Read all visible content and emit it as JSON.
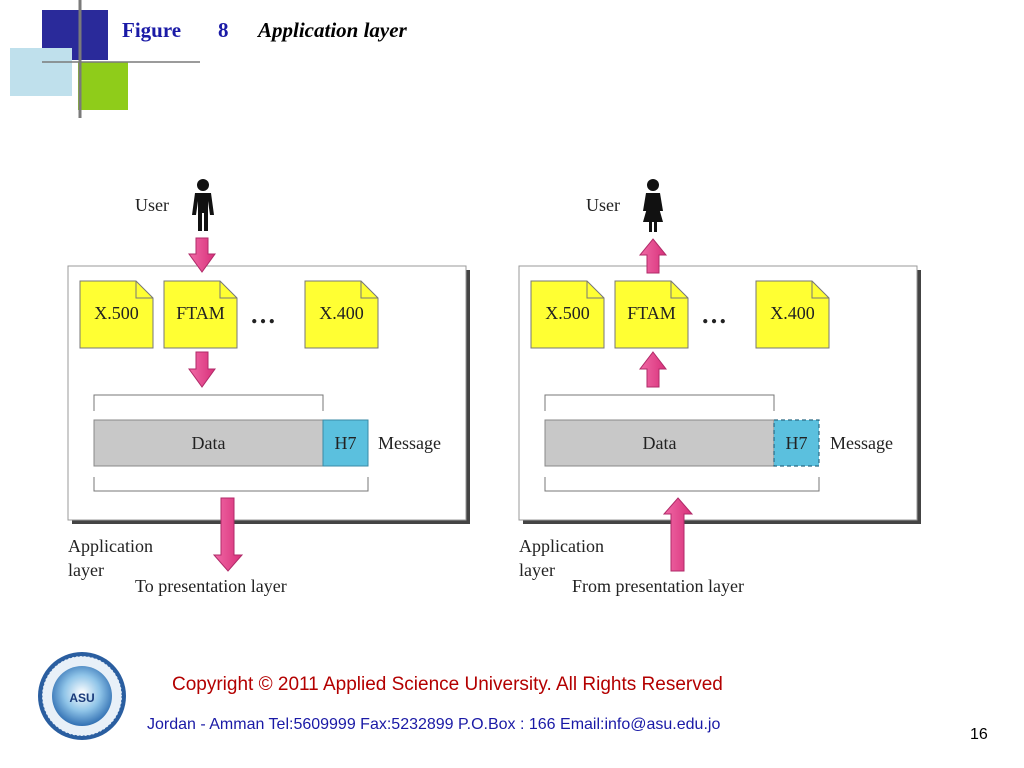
{
  "slide": {
    "title_word": "Figure",
    "title_number": "8",
    "title_text": "Application layer",
    "page_number": "16"
  },
  "footer": {
    "copyright": "Copyright  © 2011 Applied Science University. All Rights Reserved",
    "contact": "Jordan - Amman Tel:5609999 Fax:5232899 P.O.Box : 166   Email:info@asu.edu.jo",
    "logo_text": "ASU"
  },
  "diagram": {
    "left": {
      "user_label": "User",
      "services": [
        "X.500",
        "FTAM",
        "X.400"
      ],
      "ellipsis": "…",
      "data_label": "Data",
      "header_label": "H7",
      "message_label": "Message",
      "layer_label_1": "Application",
      "layer_label_2": "layer",
      "direction_label": "To presentation layer"
    },
    "right": {
      "user_label": "User",
      "services": [
        "X.500",
        "FTAM",
        "X.400"
      ],
      "ellipsis": "…",
      "data_label": "Data",
      "header_label": "H7",
      "message_label": "Message",
      "layer_label_1": "Application",
      "layer_label_2": "layer",
      "direction_label": "From presentation layer"
    }
  },
  "colors": {
    "title_blue": "#1a1aa6",
    "arrow_pink": "#e8458b",
    "service_yellow": "#ffff33",
    "data_gray": "#c8c8c8",
    "header_blue": "#5bc0de",
    "footer_red": "#b30000"
  }
}
